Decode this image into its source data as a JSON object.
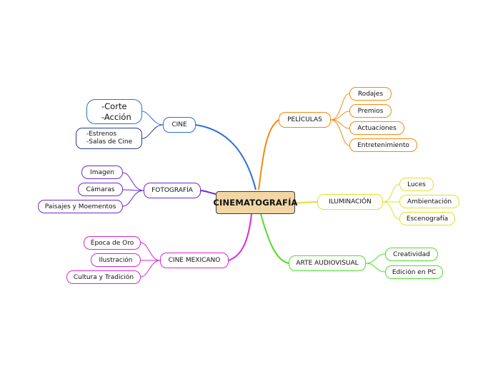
{
  "root": {
    "label": "CINEMATOGRAFÍA"
  },
  "branches": {
    "cine": {
      "label": "CINE",
      "children": [
        {
          "lines": [
            "-Corte",
            "-Acción"
          ]
        },
        {
          "lines": [
            "-Estrenos",
            "-Salas de Cine"
          ]
        }
      ]
    },
    "fotografia": {
      "label": "FOTOGRAFÍA",
      "children": [
        "Imagen",
        "Cámaras",
        "Paisajes y Moementos"
      ]
    },
    "cine_mexicano": {
      "label": "CINE MEXICANO",
      "children": [
        "Época de Oro",
        "Ilustración",
        "Cultura y Tradición"
      ]
    },
    "peliculas": {
      "label": "PELÍCULAS",
      "children": [
        "Rodajes",
        "Premios",
        "Actuaciones",
        "Entretenimiento"
      ]
    },
    "iluminacion": {
      "label": "ILUMINACIÓN",
      "children": [
        "Luces",
        "Ambientación",
        "Escenografía"
      ]
    },
    "arte_audiovisual": {
      "label": "ARTE AUDIOVISUAL",
      "children": [
        "Creatividad",
        "Edición en PC"
      ]
    }
  },
  "colors": {
    "cine": "#2b6fd6",
    "cine_children": "#27408b",
    "fotografia": "#6a2ad6",
    "cine_mexicano": "#d62ad6",
    "peliculas": "#f28a0f",
    "iluminacion": "#e3e02a",
    "arte_audiovisual": "#4fdc2a"
  }
}
